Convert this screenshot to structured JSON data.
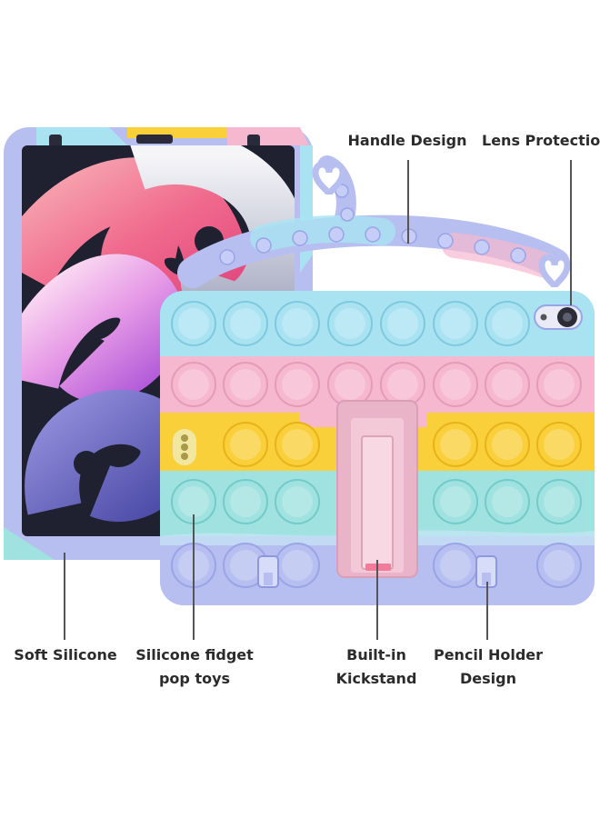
{
  "callouts": {
    "handle": {
      "line1": "Handle Design"
    },
    "lens": {
      "line1": "Lens Protection"
    },
    "silicone": {
      "line1": "Soft Silicone"
    },
    "fidget": {
      "line1": "Silicone fidget",
      "line2": "pop toys"
    },
    "kickstand": {
      "line1": "Built-in",
      "line2": "Kickstand"
    },
    "pencil": {
      "line1": "Pencil Holder",
      "line2": "Design"
    }
  },
  "colors": {
    "lavender": "#b7bff0",
    "sky": "#a9e3f2",
    "pink": "#f6b8cf",
    "yellow": "#f9cf3a",
    "mint": "#9fe2e0",
    "leader": "#555555",
    "text": "#2b2b2b"
  },
  "icons": {
    "lens": "camera-lens-icon",
    "mic": "microphone-holes-icon"
  }
}
